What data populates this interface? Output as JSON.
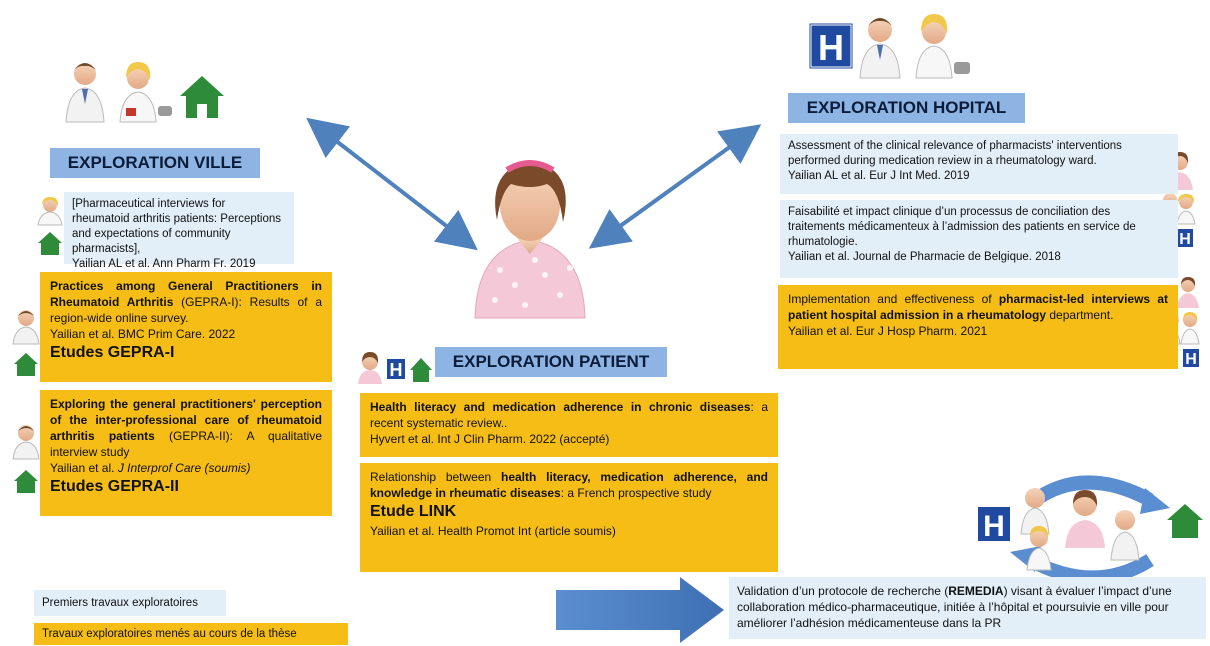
{
  "colors": {
    "title_bg": "#8eb4e3",
    "blue_box": "#e2eef8",
    "gold_box": "#f6bd16",
    "arrow": "#4f81bd",
    "hospital_badge": "#1f4aa0",
    "house": "#2e8b3a"
  },
  "icons": [
    "doctor-icon",
    "pharmacist-icon",
    "house-icon",
    "hospital-icon",
    "patient-icon"
  ],
  "ville": {
    "title": "EXPLORATION VILLE",
    "box1": {
      "text": "[Pharmaceutical interviews for rheumatoid arthritis patients: Perceptions and expectations of community pharmacists],",
      "ref": "Yailian AL et al. Ann Pharm Fr. 2019"
    },
    "box2": {
      "bold": "Practices among General Practitioners in Rheumatoid Arthritis",
      "rest": " (GEPRA-I): Results of a region-wide online survey.",
      "ref": "Yailian et al. BMC Prim Care. 2022",
      "study": "Etudes GEPRA-I"
    },
    "box3": {
      "bold": "Exploring the general practitioners' perception of the inter-professional care of rheumatoid arthritis patients",
      "rest": " (GEPRA-II): A qualitative interview study",
      "ref_plain": "Yailian et al. ",
      "ref_italic": "J Interprof Care (soumis)",
      "study": "Etudes GEPRA-II"
    }
  },
  "hopital": {
    "title": "EXPLORATION HOPITAL",
    "box1": {
      "text": "Assessment of the clinical relevance of pharmacists' interventions performed during medication review in a rheumatology ward.",
      "ref": "Yailian AL et al. Eur J Int Med. 2019"
    },
    "box2": {
      "text": "Faisabilité et impact clinique d’un processus de conciliation des traitements médicamenteux à l’admission des patients en service de rhumatologie.",
      "ref": "Yailian et al. Journal de Pharmacie de Belgique. 2018"
    },
    "box3": {
      "pre": "Implementation and effectiveness of ",
      "bold": "pharmacist-led interviews at patient hospital admission in a rheumatology",
      "post": " department.",
      "ref": "Yailian et al. Eur J Hosp Pharm. 2021"
    }
  },
  "patient": {
    "title": "EXPLORATION PATIENT",
    "box1": {
      "bold": "Health literacy and medication adherence in chronic diseases",
      "rest": ": a recent systematic review..",
      "ref": "Hyvert et al. Int J Clin Pharm. 2022 (accepté)"
    },
    "box2": {
      "pre": "Relationship between ",
      "bold": "health literacy, medication adherence, and knowledge in rheumatic diseases",
      "rest": ": a French prospective study",
      "study": "Etude LINK",
      "ref": "Yailian et al. Health Promot Int (article soumis)"
    }
  },
  "remedia": {
    "pre": "Validation d’un protocole de recherche (",
    "bold": "REMEDIA",
    "post": ") visant à évaluer l’impact d’une collaboration médico-pharmaceutique, initiée à l’hôpital et poursuivie en ville pour améliorer l’adhésion médicamenteuse dans la PR"
  },
  "legend": {
    "first": "Premiers travaux exploratoires",
    "second": "Travaux exploratoires menés au cours de la thèse"
  },
  "badge_letter": "H"
}
